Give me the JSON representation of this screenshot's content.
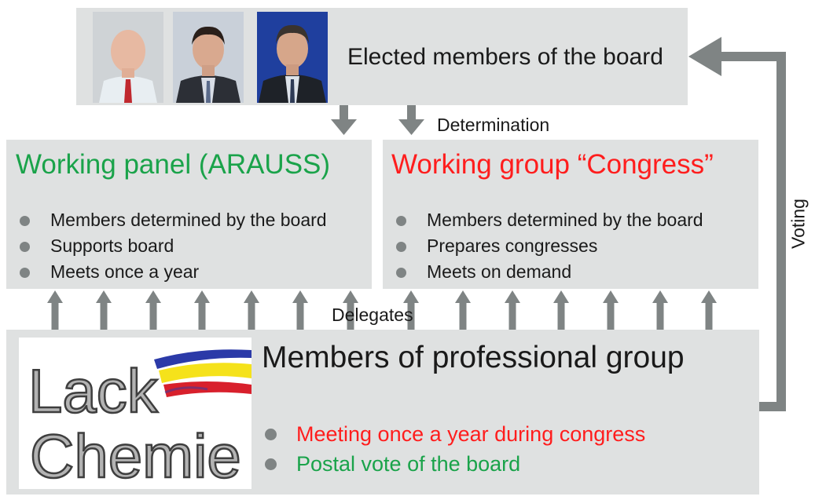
{
  "board": {
    "title": "Elected members of the board",
    "photos": [
      "board-member-1-photo",
      "board-member-2-photo",
      "board-member-3-photo"
    ]
  },
  "determination_label": "Determination",
  "voting_label": "Voting",
  "delegates_label": "Delegates",
  "working_panel": {
    "title": "Working panel (ARAUSS)",
    "items": [
      "Members determined by the board",
      "Supports board",
      "Meets once a year"
    ]
  },
  "working_group": {
    "title": "Working group “Congress”",
    "items": [
      "Members determined by the board",
      "Prepares congresses",
      "Meets on demand"
    ]
  },
  "professional_group": {
    "title": "Members of professional group",
    "items": [
      "Meeting once a year during congress",
      "Postal vote of the board"
    ]
  },
  "logo": {
    "line1": "Lack",
    "line2": "Chemie"
  },
  "colors": {
    "box": "#dfe1e1",
    "arrow": "#7f8484",
    "green": "#1aa34a",
    "red": "#ff1d1d",
    "logo_blue": "#2b3aa8",
    "logo_yellow": "#f5e21b",
    "logo_red": "#d8202c"
  }
}
